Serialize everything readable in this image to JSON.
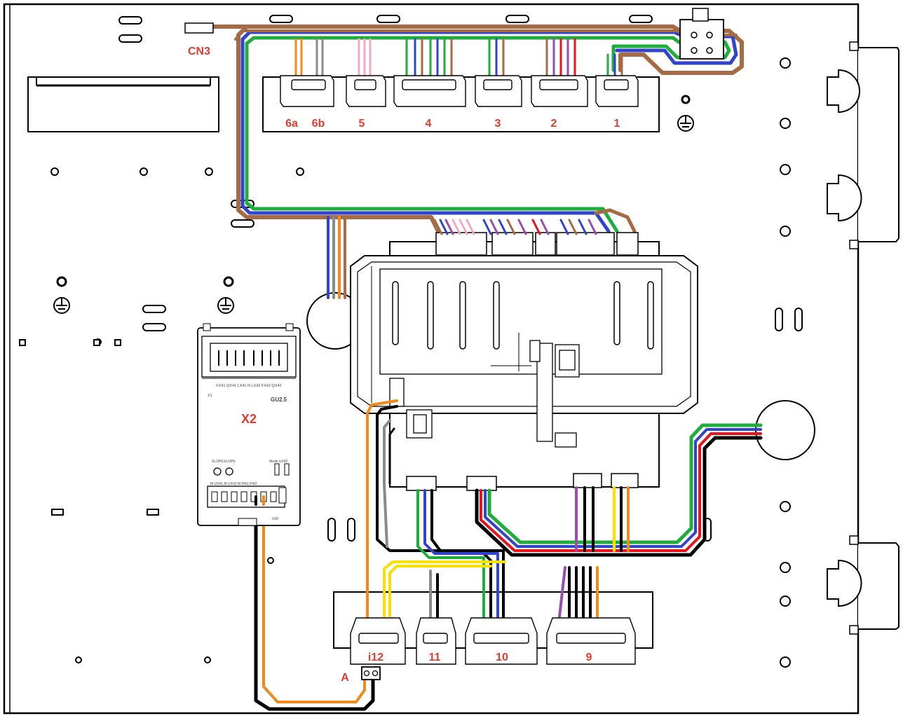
{
  "colors": {
    "label": "#e03c31",
    "brown": "#a66a45",
    "green": "#1fae3c",
    "blue": "#3344cc",
    "orange": "#f08a1c",
    "grey": "#8a8a8a",
    "pink": "#f4a8c4",
    "purple": "#9a4db0",
    "red": "#e8141c",
    "yellow": "#f8e000",
    "black": "#000000"
  },
  "labels": {
    "cn3": "CN3",
    "x2": "X2",
    "a": "A",
    "top_connectors": [
      "6a",
      "6b",
      "5",
      "4",
      "3",
      "2",
      "1"
    ],
    "bottom_connectors": [
      "i12",
      "11",
      "10",
      "9"
    ]
  },
  "module": {
    "model": "GU2.5",
    "x1": "X1",
    "x30": "X30",
    "terminal_row": "FX41 QX41 LX41 N LX42 FX42 QX42",
    "slope1": "SLOPE",
    "slope2": "SLOPE",
    "mode": "Mode UX42",
    "bottom_terminals": "M  UX41  M  UX42  M  PI41  PI42"
  },
  "icons": [
    "ground-icon",
    "ground-icon",
    "ground-icon"
  ]
}
